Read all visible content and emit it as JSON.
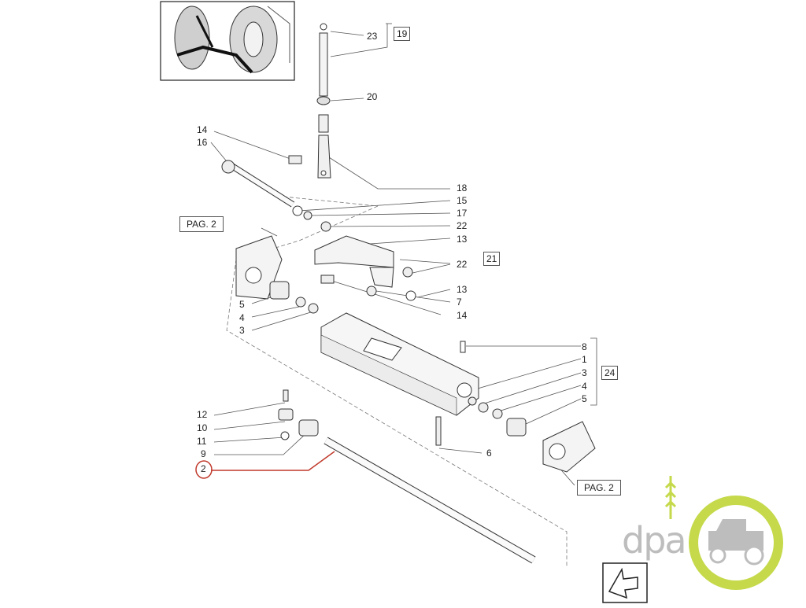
{
  "callouts": {
    "c23": "23",
    "c19": "19",
    "c20": "20",
    "c14a": "14",
    "c16": "16",
    "c18": "18",
    "c15": "15",
    "c17": "17",
    "c22a": "22",
    "c13a": "13",
    "c22b": "22",
    "c21": "21",
    "c13b": "13",
    "c7": "7",
    "c14b": "14",
    "c5a": "5",
    "c4a": "4",
    "c3a": "3",
    "c8": "8",
    "c1": "1",
    "c3b": "3",
    "c24": "24",
    "c4b": "4",
    "c5b": "5",
    "c12": "12",
    "c10": "10",
    "c11": "11",
    "c9": "9",
    "c2": "2",
    "c6": "6"
  },
  "page_refs": {
    "left": "PAG. 2",
    "right": "PAG. 2"
  },
  "logo": {
    "text": "dpa"
  },
  "colors": {
    "highlight": "#c0392b",
    "logo_green": "#c5d94a",
    "logo_gray": "#bdbdbd",
    "line": "#444444"
  },
  "icons": [
    "tractor-thumbnail",
    "next-page-arrow-icon",
    "dpa-logo"
  ]
}
